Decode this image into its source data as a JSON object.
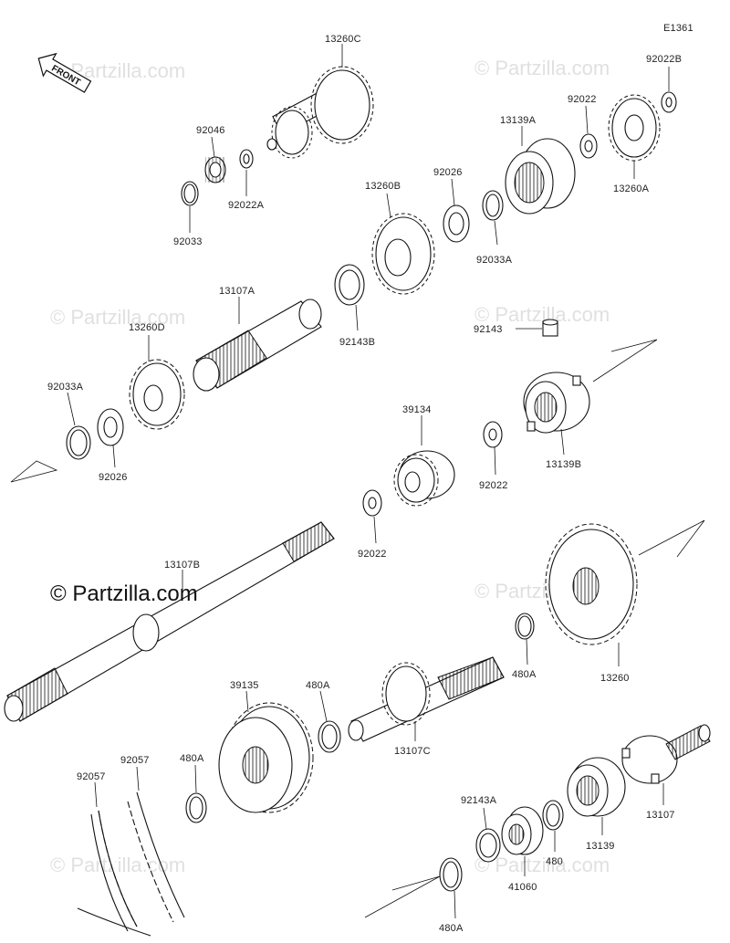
{
  "diagram": {
    "figure_code": "E1361",
    "front_label": "FRONT",
    "copyright": "© Partzilla.com",
    "watermark": "© Partzilla.com"
  },
  "parts": {
    "p13260C": "13260C",
    "p92046": "92046",
    "p92022A": "92022A",
    "p92033": "92033",
    "p13139A": "13139A",
    "p92022_top": "92022",
    "p92022B": "92022B",
    "p13260A": "13260A",
    "p92026_top": "92026",
    "p13260B": "13260B",
    "p92033A_top": "92033A",
    "p13107A": "13107A",
    "p13260D": "13260D",
    "p92143B": "92143B",
    "p92143": "92143",
    "p92033A_left": "92033A",
    "p92026_left": "92026",
    "p39134": "39134",
    "p92022_mid": "92022",
    "p13139B": "13139B",
    "p92022_low": "92022",
    "p13107B": "13107B",
    "p13260": "13260",
    "p480A_a": "480A",
    "p39135": "39135",
    "p480A_b": "480A",
    "p13107C": "13107C",
    "p92057_a": "92057",
    "p92057_b": "92057",
    "p480A_c": "480A",
    "p92143A": "92143A",
    "p41060": "41060",
    "p480": "480",
    "p13139": "13139",
    "p13107": "13107",
    "p480A_d": "480A"
  }
}
